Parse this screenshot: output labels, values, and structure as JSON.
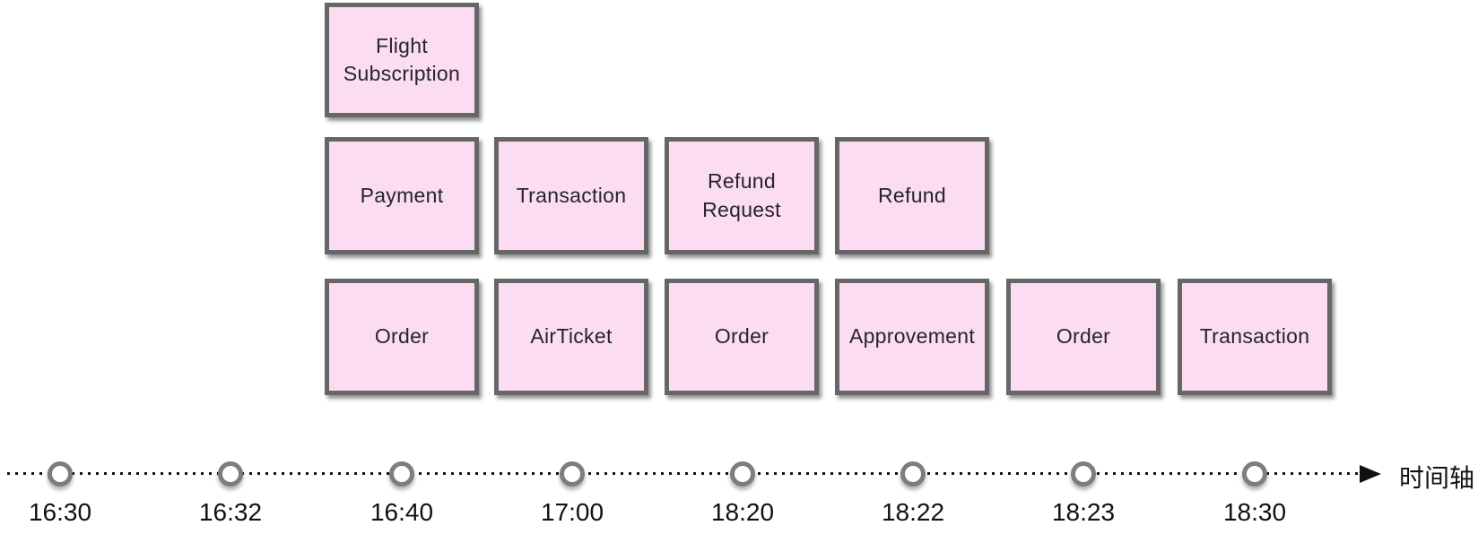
{
  "rows": [
    {
      "name": "row-1",
      "boxes": [
        {
          "label": "Flight Subscription"
        }
      ]
    },
    {
      "name": "row-2",
      "boxes": [
        {
          "label": "Payment"
        },
        {
          "label": "Transaction"
        },
        {
          "label": "Refund Request"
        },
        {
          "label": "Refund"
        }
      ]
    },
    {
      "name": "row-3",
      "boxes": [
        {
          "label": "Order"
        },
        {
          "label": "AirTicket"
        },
        {
          "label": "Order"
        },
        {
          "label": "Approvement"
        },
        {
          "label": "Order"
        },
        {
          "label": "Transaction"
        }
      ]
    }
  ],
  "timeline": {
    "times": [
      "16:30",
      "16:32",
      "16:40",
      "17:00",
      "18:20",
      "18:22",
      "18:23",
      "18:30"
    ],
    "axis_label": "时间轴"
  },
  "colors": {
    "box_fill": "#fbdcf2",
    "box_border": "#666666",
    "box_text": "#262626",
    "node_ring": "#7d7d7d",
    "node_fill": "#ffffff",
    "axis_color": "#111111"
  }
}
